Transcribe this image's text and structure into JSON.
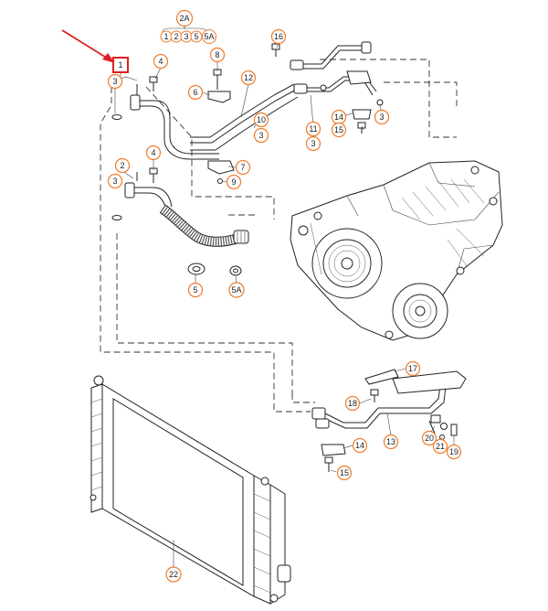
{
  "diagram": {
    "group_label": "2A",
    "group_items": [
      "1",
      "2",
      "3",
      "5",
      "5A"
    ],
    "highlighted_label": "1",
    "accent_color": "#f07a2a",
    "highlight_color": "#e02020",
    "callouts": {
      "c4a": "4",
      "c3a": "3",
      "c8": "8",
      "c6": "6",
      "c9": "9",
      "c7": "7",
      "c12": "12",
      "c10": "10",
      "c3b": "3",
      "c16": "16",
      "c11": "11",
      "c3c": "3",
      "c14a": "14",
      "c15a": "15",
      "c3d": "3",
      "c4b": "4",
      "c2": "2",
      "c3e": "3",
      "c5": "5",
      "c5a": "5A",
      "c17": "17",
      "c18": "18",
      "c13": "13",
      "c14b": "14",
      "c15b": "15",
      "c20": "20",
      "c21": "21",
      "c19": "19",
      "c22": "22"
    }
  }
}
